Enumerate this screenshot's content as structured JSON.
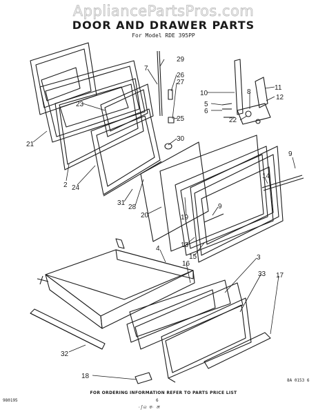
{
  "watermark": "AppliancePartsPros.com",
  "title": "DOOR AND DRAWER PARTS",
  "subtitle": "For Model RDE 395PP",
  "part_labels": {
    "p29": "29",
    "p7": "7",
    "p26": "26",
    "p27": "27",
    "p23": "23",
    "p25": "25",
    "p30": "30",
    "p21": "21",
    "p2": "2",
    "p24": "24",
    "p31": "31",
    "p28": "28",
    "p20": "20",
    "p19": "19",
    "p9a": "9",
    "p13": "13",
    "p15": "15",
    "p14": "14",
    "p9b": "9",
    "p10": "10",
    "p8": "8",
    "p11": "11",
    "p12": "12",
    "p5": "5",
    "p6": "6",
    "p22": "22",
    "p4": "4",
    "p16": "16",
    "p3": "3",
    "p33": "33",
    "p17": "17",
    "p32": "32",
    "p18": "18"
  },
  "footer": {
    "note": "FOR ORDERING INFORMATION REFER TO PARTS PRICE LIST",
    "doc_number": "980195",
    "page": "6",
    "ref": "8A  0153  6",
    "signature": "·ʃଇ ध· ल"
  }
}
